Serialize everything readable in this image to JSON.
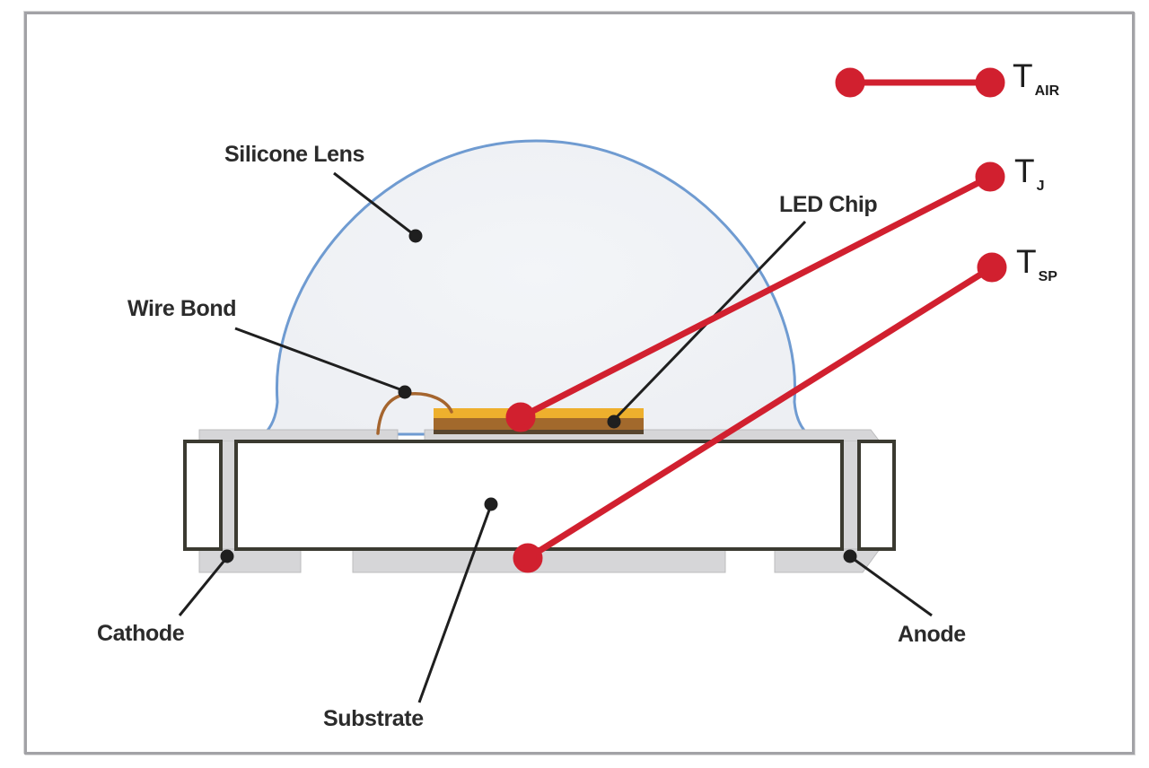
{
  "figure": {
    "title_hint": "LED package cross-section with temperature measurement points",
    "labels": {
      "silicone_lens": "Silicone Lens",
      "wire_bond": "Wire Bond",
      "led_chip": "LED Chip",
      "cathode": "Cathode",
      "anode": "Anode",
      "substrate": "Substrate"
    },
    "legend": [
      {
        "id": "t_air",
        "main": "T",
        "sub": "AIR"
      },
      {
        "id": "t_j",
        "main": "T",
        "sub": "J"
      },
      {
        "id": "t_sp",
        "main": "T",
        "sub": "SP"
      }
    ],
    "colors": {
      "probe_red": "#d1202f",
      "lens_stroke": "#6f9bd1",
      "lens_fill": "#edeff3",
      "lens_fill_light": "#f3f5f8",
      "chip_gold": "#eeb02d",
      "chip_body": "#a2692c",
      "chip_base_dark": "#57452f",
      "lead_gray": "#d6d6d8",
      "lead_gray_edge": "#bcbcbe",
      "outline_dark": "#3b3a31",
      "wire_brown": "#a5652e",
      "leader_black": "#1f1f1f",
      "label_color": "#2b2b2b",
      "frame_border": "#a2a2a6"
    }
  }
}
